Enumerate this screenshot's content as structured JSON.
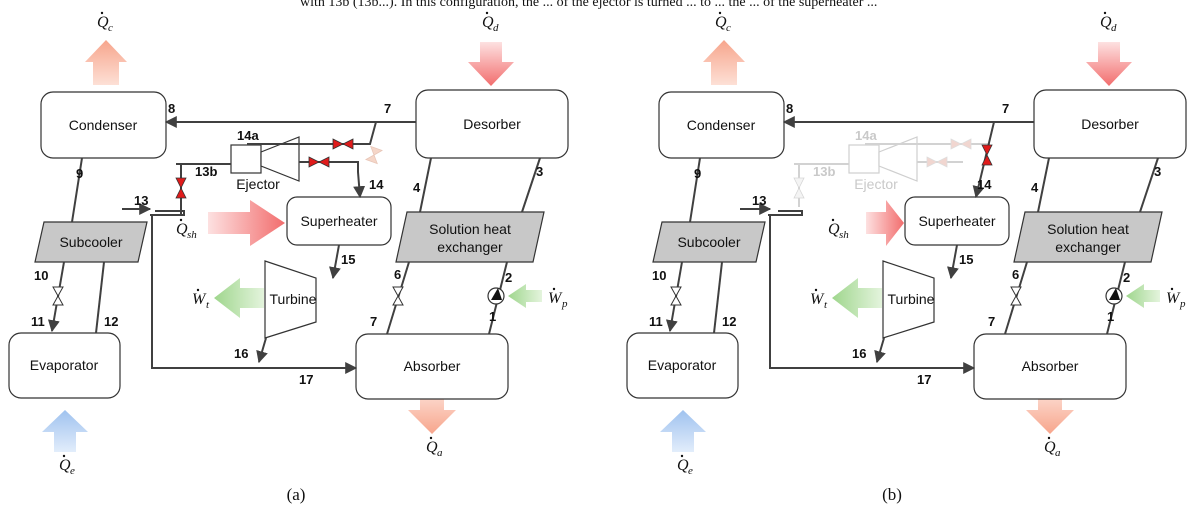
{
  "figure": {
    "top_strip_text": "with 13b (13b...). In this configuration, the ... of the ejector is turned ... to ... the ... of the superheater ...",
    "panels": [
      {
        "id": "a",
        "caption": "(a)",
        "blocks": {
          "condenser": "Condenser",
          "desorber": "Desorber",
          "subcooler": "Subcooler",
          "superheater": "Superheater",
          "shx_line1": "Solution heat",
          "shx_line2": "exchanger",
          "turbine": "Turbine",
          "evaporator": "Evaporator",
          "absorber": "Absorber",
          "ejector": "Ejector"
        },
        "states": [
          "1",
          "2",
          "3",
          "4",
          "6",
          "7",
          "7",
          "8",
          "9",
          "10",
          "11",
          "12",
          "13",
          "13b",
          "14",
          "14a",
          "15",
          "16",
          "17"
        ],
        "heat": {
          "qc": "Q",
          "qc_sub": "c",
          "qd": "Q",
          "qd_sub": "d",
          "qsh": "Q",
          "qsh_sub": "sh",
          "wt": "W",
          "wt_sub": "t",
          "wp": "W",
          "wp_sub": "p",
          "qe": "Q",
          "qe_sub": "e",
          "qa": "Q",
          "qa_sub": "a"
        }
      },
      {
        "id": "b",
        "caption": "(b)",
        "blocks": {
          "condenser": "Condenser",
          "desorber": "Desorber",
          "subcooler": "Subcooler",
          "superheater": "Superheater",
          "shx_line1": "Solution heat",
          "shx_line2": "exchanger",
          "turbine": "Turbine",
          "evaporator": "Evaporator",
          "absorber": "Absorber",
          "ejector": "Ejector"
        },
        "states": [
          "1",
          "2",
          "3",
          "4",
          "6",
          "7",
          "7",
          "8",
          "9",
          "10",
          "11",
          "12",
          "13",
          "13b",
          "14",
          "14a",
          "15",
          "16",
          "17"
        ],
        "heat": {
          "qc": "Q",
          "qc_sub": "c",
          "qd": "Q",
          "qd_sub": "d",
          "qsh": "Q",
          "qsh_sub": "sh",
          "wt": "W",
          "wt_sub": "t",
          "wp": "W",
          "wp_sub": "p",
          "qe": "Q",
          "qe_sub": "e",
          "qa": "Q",
          "qa_sub": "a"
        }
      }
    ],
    "colors": {
      "line": "#404040",
      "block_fill": "#ffffff",
      "gray_fill": "#c8c8c8",
      "valve_red": "#e01b1b",
      "arrow_orange": "#f7a58c",
      "arrow_red": "#f26d6d",
      "arrow_green": "#9fd68d",
      "arrow_blue": "#9fc2ef"
    }
  }
}
